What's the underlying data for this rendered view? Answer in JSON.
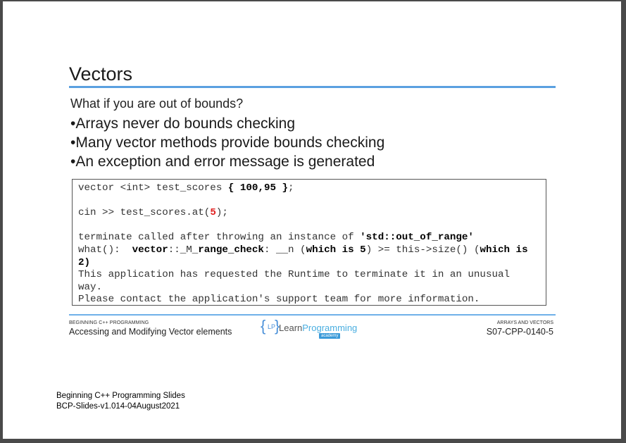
{
  "slide": {
    "title": "Vectors",
    "subtitle": "What if you are out of bounds?",
    "bullets": [
      "•Arrays never do bounds checking",
      "•Many vector methods provide bounds checking",
      "•An exception and error message is generated"
    ]
  },
  "code": {
    "l1_a": "vector <int> test_scores ",
    "l1_b": "{ 100,95 }",
    "l1_c": ";",
    "l2_a": "cin >> test_scores.at(",
    "l2_b": "5",
    "l2_c": ");",
    "l3_a": "terminate called after throwing an instance of ",
    "l3_b": "'std::",
    "l3_c": "out_of_range",
    "l3_d": "'",
    "l4_a": "what():  ",
    "l4_b": "vector",
    "l4_c": "::_M_",
    "l4_d": "range_check",
    "l4_e": ": __n (",
    "l4_f": "which is 5",
    "l4_g": ") >= this->size() (",
    "l4_h": "which is",
    "l5": "2)",
    "l6": "This application has requested the Runtime to terminate it in an unusual",
    "l7": "way.",
    "l8": "Please contact the application's support team for more information."
  },
  "footer": {
    "left_small": "BEGINNING C++ PROGRAMMING",
    "left": "Accessing and Modifying Vector elements",
    "right_small": "ARRAYS AND VECTORS",
    "right": "S07-CPP-0140-5",
    "logo_lp": "LP",
    "logo_learn": "Learn",
    "logo_prog": "Programming",
    "logo_academy": "academy"
  },
  "bottom_note": {
    "line1": "Beginning C++ Programming Slides",
    "line2": "BCP-Slides-v1.014-04August2021"
  },
  "colors": {
    "accent_rule": "#5aa0e0",
    "highlight": "#e02020"
  }
}
